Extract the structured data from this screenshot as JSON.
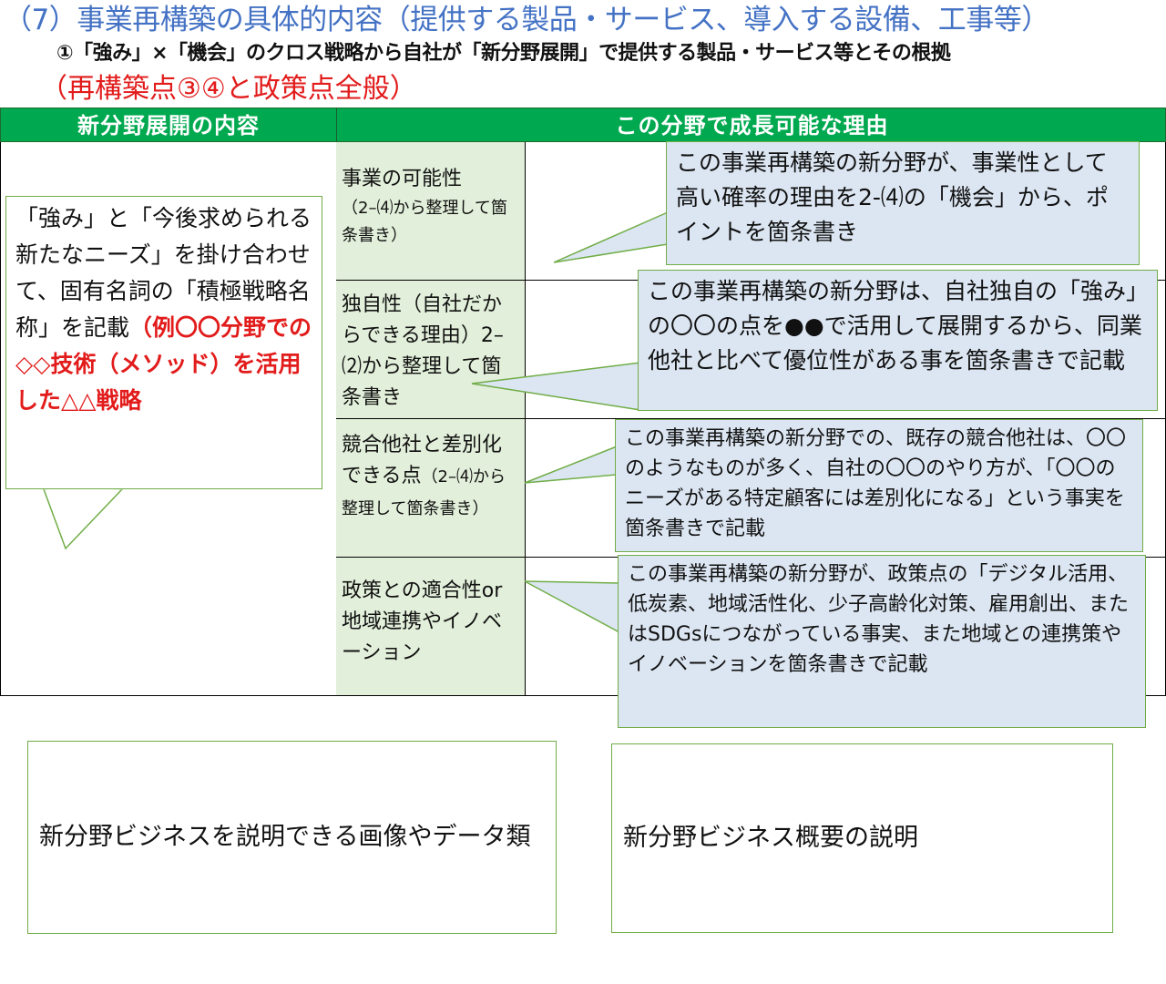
{
  "header": {
    "title": "（7）事業再構築の具体的内容（提供する製品・サービス、導入する設備、工事等）",
    "subtitle": "①「強み」×「機会」のクロス戦略から自社が「新分野展開」で提供する製品・サービス等とその根拠",
    "note": "（再構築点③④と政策点全般）"
  },
  "table": {
    "columns": [
      "新分野展開の内容",
      "この分野で成長可能な理由"
    ],
    "left_callout": {
      "text_black": "「強み」と「今後求められる新たなニーズ」を掛け合わせて、固有名詞の「積極戦略名称」を記載",
      "text_red": "（例〇〇分野での◇◇技術（メソッド）を活用した△△戦略"
    },
    "rows": [
      {
        "label_main": "事業の可能性",
        "label_sub": "（2–⑷から整理して箇条書き）",
        "callout": "この事業再構築の新分野が、事業性として高い確率の理由を2-⑷の「機会」から、ポイントを箇条書き"
      },
      {
        "label_main": "独自性（自社だからできる理由）2–⑵から整理して箇条書き",
        "label_sub": "",
        "callout": "この事業再構築の新分野は、自社独自の「強み」の〇〇の点を●●で活用して展開するから、同業他社と比べて優位性がある事を箇条書きで記載"
      },
      {
        "label_main": "競合他社と差別化できる点",
        "label_sub": "（2–⑷から整理して箇条書き）",
        "callout": "この事業再構築の新分野での、既存の競合他社は、〇〇のようなものが多く、自社の〇〇のやり方が、「〇〇のニーズがある特定顧客には差別化になる」という事実を箇条書きで記載"
      },
      {
        "label_main": "政策との適合性or地域連携やイノベーション",
        "label_sub": "",
        "callout": "この事業再構築の新分野が、政策点の「デジタル活用、低炭素、地域活性化、少子高齢化対策、雇用創出、またはSDGsにつながっている事実、また地域との連携策やイノベーションを箇条書きで記載"
      }
    ]
  },
  "bottom_boxes": [
    {
      "text": "新分野ビジネスを説明できる画像やデータ類"
    },
    {
      "text": "新分野ビジネス概要の説明"
    }
  ],
  "colors": {
    "title_blue": "#4472c4",
    "accent_red": "#e21b1b",
    "header_green": "#00a94f",
    "label_green_bg": "#e2efda",
    "callout_bg": "#dce6f2",
    "callout_border": "#70ad47"
  }
}
